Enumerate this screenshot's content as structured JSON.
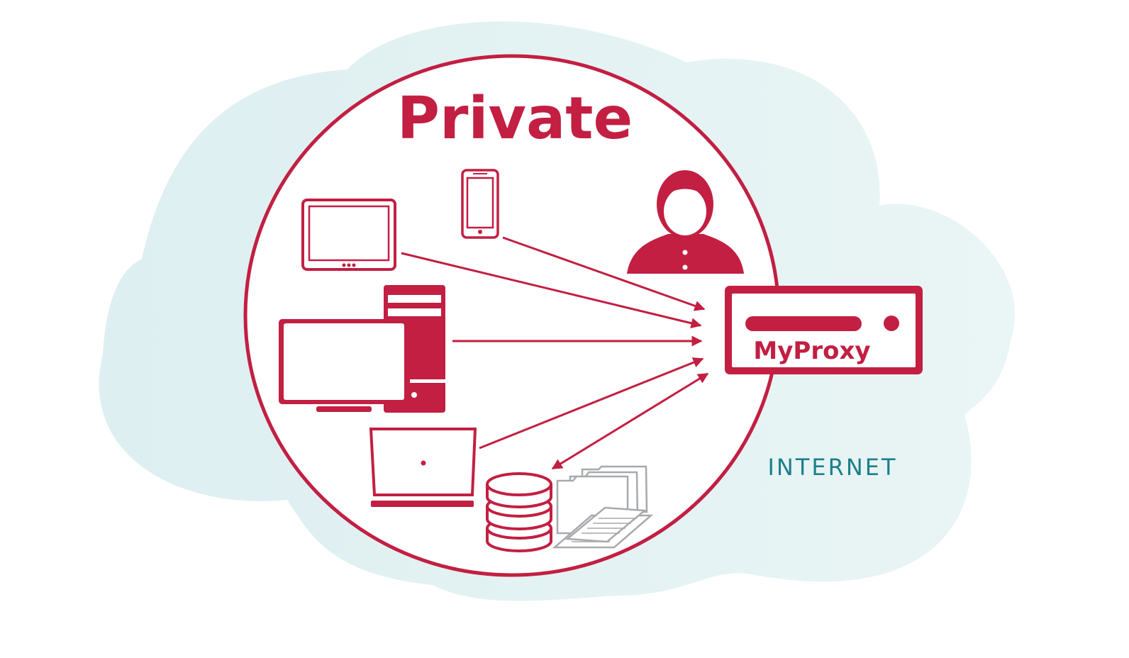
{
  "labels": {
    "private": "Private",
    "proxy": "MyProxy",
    "internet": "INTERNET"
  },
  "colors": {
    "accent": "#c21f42",
    "cloud": "#e4f3f3",
    "internet_text": "#1c7f8b",
    "files_gray": "#a7a9ac",
    "background": "#ffffff"
  },
  "icons": [
    "tablet-icon",
    "smartphone-icon",
    "user-icon",
    "desktop-computer-icon",
    "laptop-icon",
    "database-icon",
    "folders-documents-icon",
    "proxy-server-icon"
  ]
}
